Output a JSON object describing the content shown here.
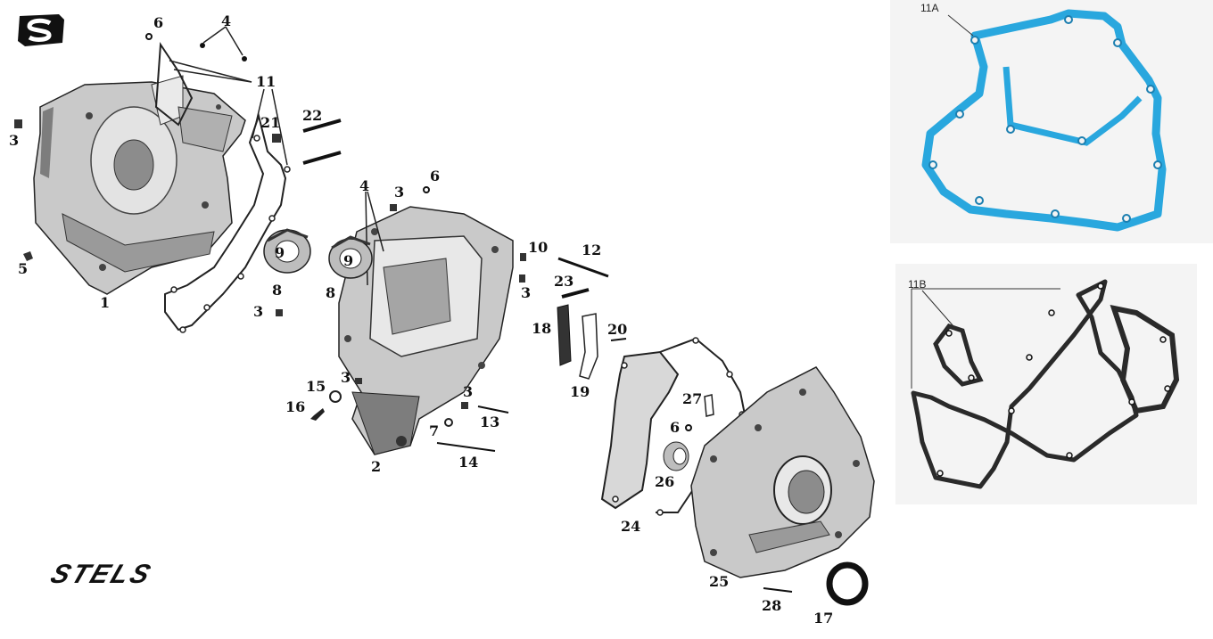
{
  "brand": {
    "logo_letter": "S",
    "wordmark": "STELS"
  },
  "callouts": [
    {
      "id": "c6a",
      "text": "6"
    },
    {
      "id": "c4a",
      "text": "4"
    },
    {
      "id": "c11",
      "text": "11"
    },
    {
      "id": "c21",
      "text": "21"
    },
    {
      "id": "c22",
      "text": "22"
    },
    {
      "id": "c3a",
      "text": "3"
    },
    {
      "id": "c5",
      "text": "5"
    },
    {
      "id": "c1",
      "text": "1"
    },
    {
      "id": "c9a",
      "text": "9"
    },
    {
      "id": "c8a",
      "text": "8"
    },
    {
      "id": "c3b",
      "text": "3"
    },
    {
      "id": "c4b",
      "text": "4"
    },
    {
      "id": "c3c",
      "text": "3"
    },
    {
      "id": "c6b",
      "text": "6"
    },
    {
      "id": "c9b",
      "text": "9"
    },
    {
      "id": "c8b",
      "text": "8"
    },
    {
      "id": "c10",
      "text": "10"
    },
    {
      "id": "c12",
      "text": "12"
    },
    {
      "id": "c3d",
      "text": "3"
    },
    {
      "id": "c23",
      "text": "23"
    },
    {
      "id": "c18",
      "text": "18"
    },
    {
      "id": "c20",
      "text": "20"
    },
    {
      "id": "c19",
      "text": "19"
    },
    {
      "id": "c3e",
      "text": "3"
    },
    {
      "id": "c15",
      "text": "15"
    },
    {
      "id": "c16",
      "text": "16"
    },
    {
      "id": "c3f",
      "text": "3"
    },
    {
      "id": "c13",
      "text": "13"
    },
    {
      "id": "c7",
      "text": "7"
    },
    {
      "id": "c2",
      "text": "2"
    },
    {
      "id": "c14",
      "text": "14"
    },
    {
      "id": "c27",
      "text": "27"
    },
    {
      "id": "c6c",
      "text": "6"
    },
    {
      "id": "c26",
      "text": "26"
    },
    {
      "id": "c24",
      "text": "24"
    },
    {
      "id": "c25",
      "text": "25"
    },
    {
      "id": "c28",
      "text": "28"
    },
    {
      "id": "c17",
      "text": "17"
    }
  ],
  "photos": {
    "gasket_a_label": "11A",
    "gasket_b_label": "11B"
  },
  "colors": {
    "ink": "#111111",
    "casting": "#c9c9c9",
    "casting_dark": "#7d7d7d",
    "gasket_a": "#29a7de",
    "gasket_b": "#2a2a2a"
  }
}
